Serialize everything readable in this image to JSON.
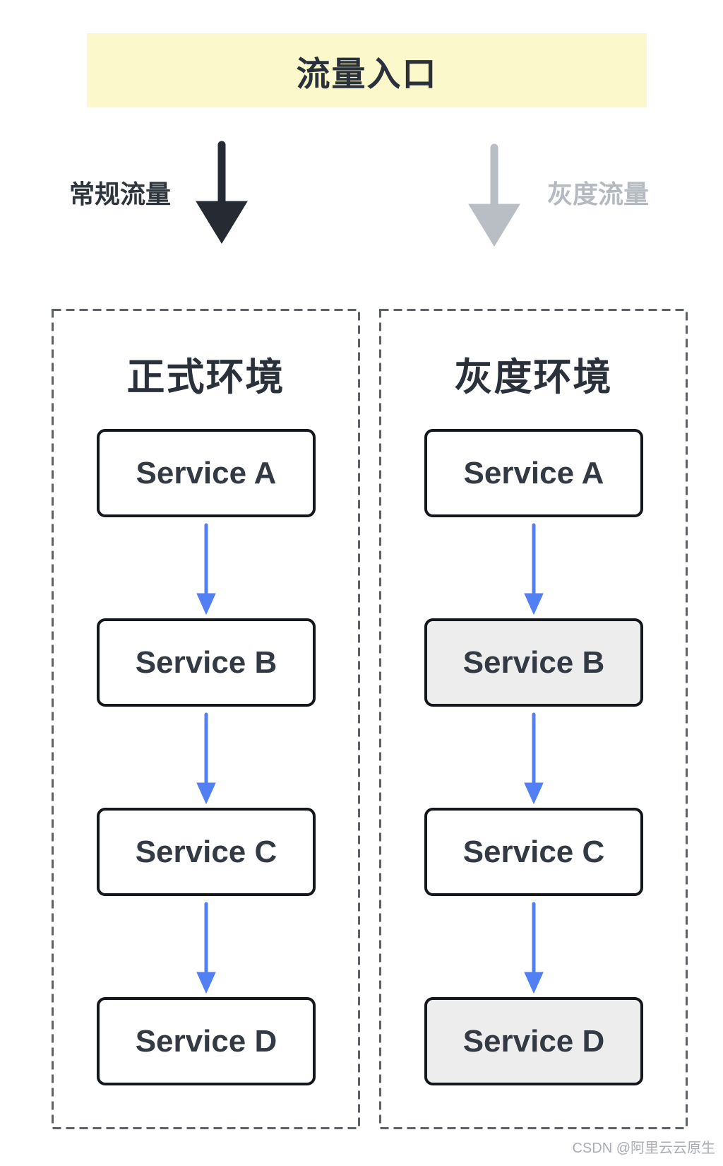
{
  "banner": {
    "label": "流量入口",
    "bg_color": "#fbf8cc",
    "text_color": "#2b313a"
  },
  "traffic_split": {
    "normal": {
      "label": "常规流量",
      "arrow_color": "#262b33",
      "text_color": "#2f353d"
    },
    "gray": {
      "label": "灰度流量",
      "arrow_color": "#b9bdc4",
      "text_color": "#b5b9c0"
    }
  },
  "environments": {
    "production": {
      "title": "正式环境",
      "services": [
        {
          "label": "Service A",
          "filled": false
        },
        {
          "label": "Service B",
          "filled": false
        },
        {
          "label": "Service C",
          "filled": false
        },
        {
          "label": "Service D",
          "filled": false
        }
      ]
    },
    "gray": {
      "title": "灰度环境",
      "services": [
        {
          "label": "Service A",
          "filled": false
        },
        {
          "label": "Service B",
          "filled": true
        },
        {
          "label": "Service C",
          "filled": false
        },
        {
          "label": "Service D",
          "filled": true
        }
      ]
    }
  },
  "colors": {
    "connector_blue": "#527ff3",
    "dashed_border": "#5a616b",
    "service_border": "#14171c",
    "service_text": "#343a43",
    "filled_service_bg": "#ededee"
  },
  "watermark": {
    "text": "CSDN @阿里云云原生"
  }
}
